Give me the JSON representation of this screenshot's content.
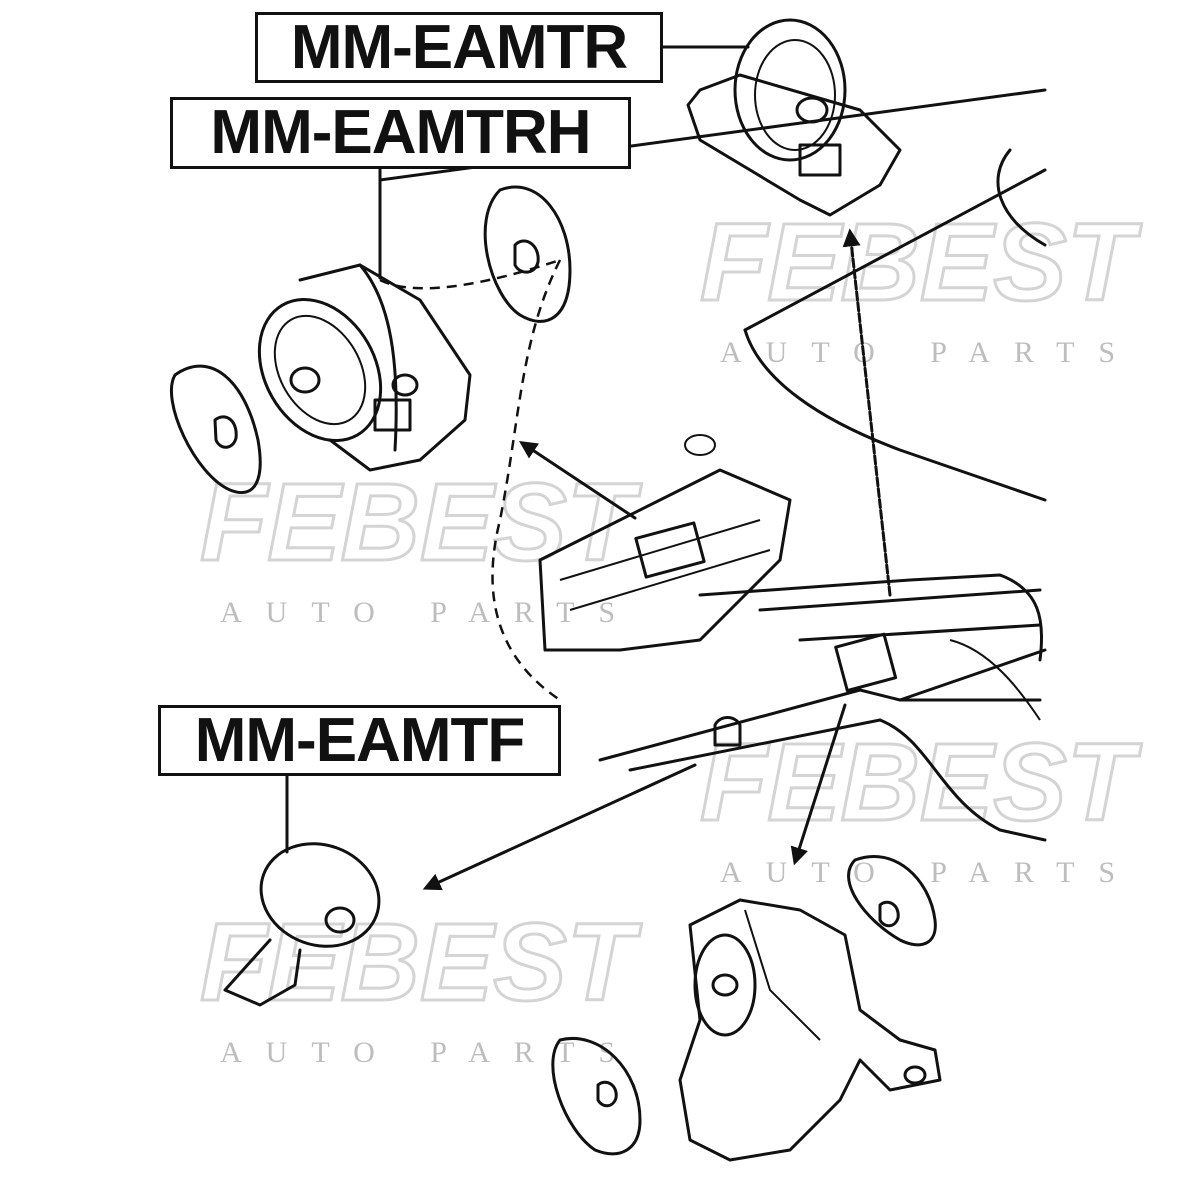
{
  "labels": {
    "rear": "MM-EAMTR",
    "rear_rh": "MM-EAMTRH",
    "front": "MM-EAMTF"
  },
  "watermark": {
    "brand": "FEBEST",
    "sub": "AUTO PARTS"
  },
  "colors": {
    "line": "#111111",
    "watermark": "#d4d4d4"
  }
}
